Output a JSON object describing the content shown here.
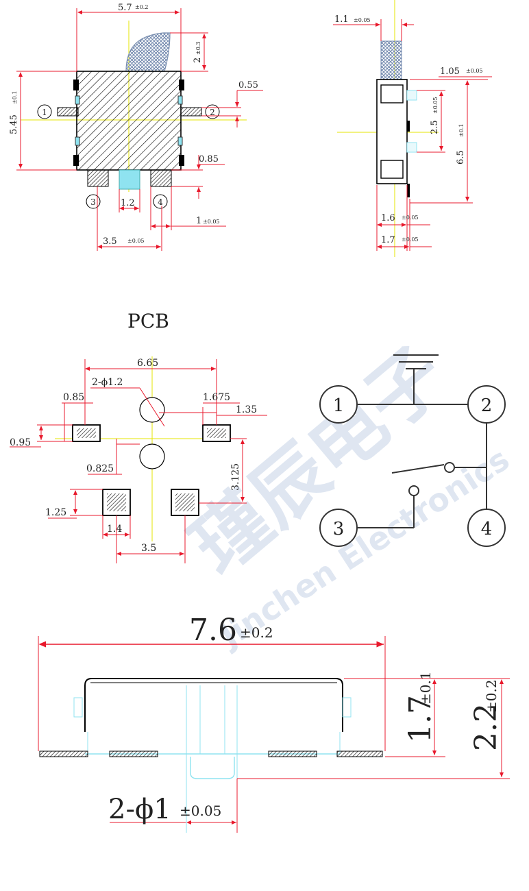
{
  "colors": {
    "dimension_line": "#e8192c",
    "guide_line": "#e6e600",
    "body_outline": "#000000",
    "pad_fill": "#555555",
    "stem_fill": "#7a8fb0",
    "cyan_part": "#8fe3f0",
    "watermark": "#c5d3e6"
  },
  "watermark": {
    "chinese": "瑾辰电子",
    "english": "Jinchen Electronics"
  },
  "top_view": {
    "width_main": "5.7",
    "width_tol": "±0.2",
    "actuator_height": "2",
    "actuator_tol": "±0.3",
    "height_main": "5.45",
    "height_tol": "±0.1",
    "pin_width": "0.55",
    "pad_height": "0.85",
    "gap": "1.2",
    "pad_width": "1",
    "pad_width_tol": "±0.05",
    "pitch": "3.5",
    "pitch_tol": "±0.05",
    "pin_labels": [
      "1",
      "2",
      "3",
      "4"
    ]
  },
  "side_view": {
    "actuator_width": "1.1",
    "actuator_width_tol": "±0.05",
    "height": "6.5",
    "height_tol": "±0.1",
    "inner": "2.5",
    "inner_tol": "±0.05",
    "leg": "1.05",
    "leg_tol": "±0.05",
    "depth_a": "1.6",
    "depth_a_tol": "±0.05",
    "depth_b": "1.7",
    "depth_b_tol": "±0.05"
  },
  "pcb": {
    "title": "PCB",
    "span": "6.65",
    "holes": "2-ϕ1.2",
    "pad_w": "0.85",
    "pad_h": "0.95",
    "offset": "1.675",
    "pad_gap": "1.35",
    "hole_offset": "0.825",
    "vert": "3.125",
    "pad_bottom_h": "1.25",
    "pad_bottom_w": "1.4",
    "pitch": "3.5"
  },
  "schematic": {
    "nodes": [
      "1",
      "2",
      "3",
      "4"
    ]
  },
  "front_view": {
    "length": "7.6",
    "length_tol": "±0.2",
    "height": "1.7",
    "height_tol": "±0.1",
    "total": "2.2",
    "total_tol": "±0.2",
    "holes": "2-ϕ1",
    "holes_tol": "±0.05"
  }
}
